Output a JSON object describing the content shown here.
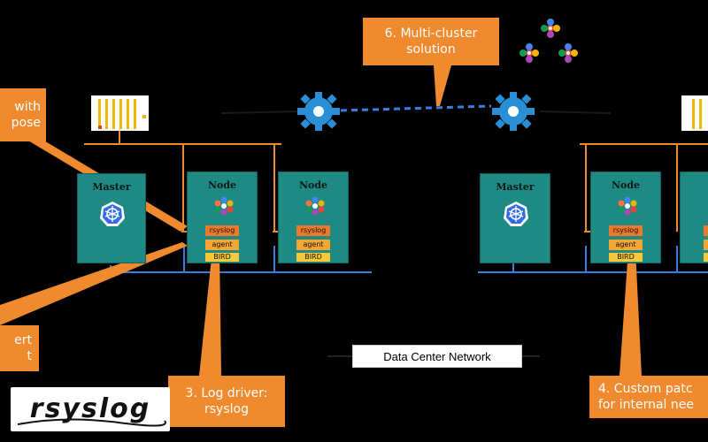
{
  "callouts": {
    "multi_cluster": {
      "line1": "6. Multi-cluster",
      "line2": "solution"
    },
    "left_top": {
      "line1": "with",
      "line2": "pose"
    },
    "left_bottom": {
      "line1": "ert",
      "line2": "t"
    },
    "log_driver": {
      "line1": "3. Log driver:",
      "line2": "rsyslog"
    },
    "custom_patch": {
      "line1": "4. Custom patc",
      "line2": "for internal nee"
    }
  },
  "clusters": {
    "left": {
      "master": {
        "title": "Master"
      },
      "nodes": [
        {
          "title": "Node",
          "rsyslog": "rsyslog",
          "agent": "agent",
          "bird": "BIRD"
        },
        {
          "title": "Node",
          "rsyslog": "rsyslog",
          "agent": "agent",
          "bird": "BIRD"
        }
      ]
    },
    "right": {
      "master": {
        "title": "Master"
      },
      "nodes": [
        {
          "title": "Node",
          "rsyslog": "rsyslog",
          "agent": "agent",
          "bird": "BIRD"
        }
      ]
    }
  },
  "network": {
    "label": "Data Center Network"
  },
  "logo": {
    "text": "rsyslog"
  },
  "colors": {
    "callout": "#ef8a2e",
    "box": "#1f8a83",
    "rsyslog_tag": "#ec7a2a",
    "agent_tag": "#f7a531",
    "bird_tag": "#f5c93b",
    "gear": "#2b8fd6",
    "link": "#3a7fe0"
  }
}
